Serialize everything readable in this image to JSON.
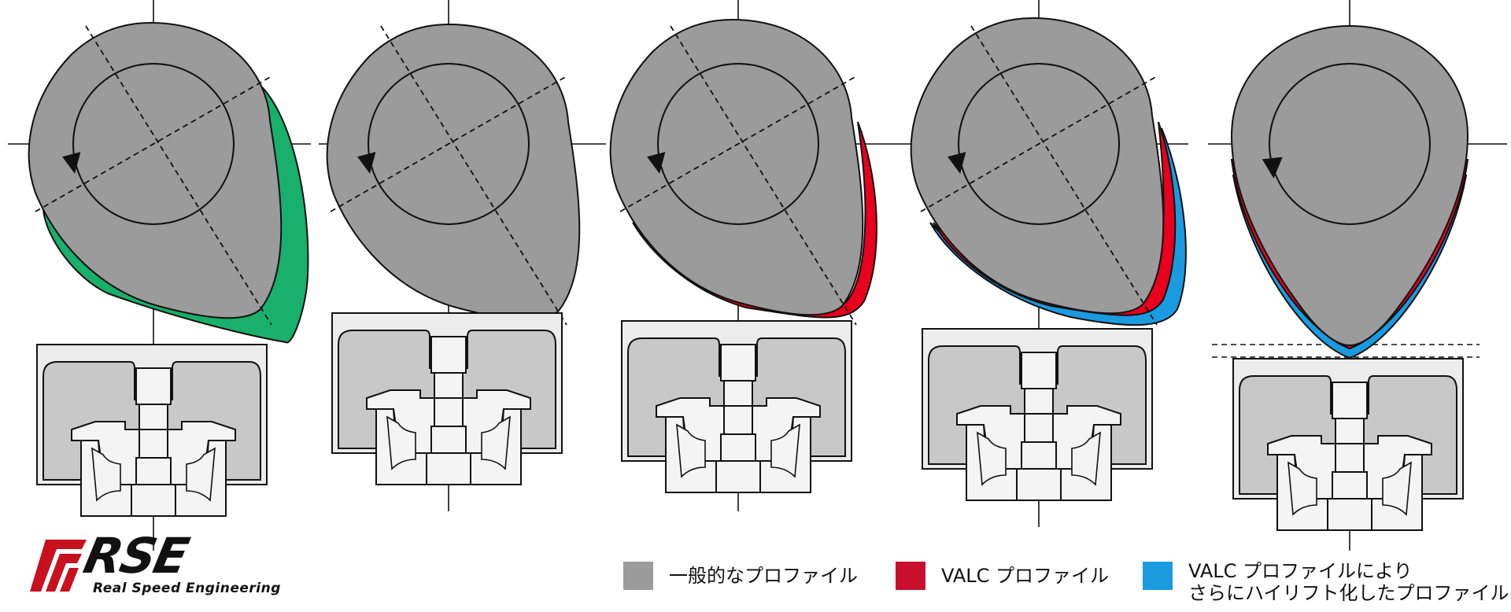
{
  "colors": {
    "general": "#9b9b9b",
    "valc": "#e8001c",
    "valc_high": "#1a9be0",
    "green": "#18b06a",
    "housing_outer": "#ececec",
    "housing_inner": "#c8c8c8",
    "valve_body": "#f4f4f4",
    "logo_red": "#c8101e"
  },
  "panels": [
    {
      "id": "green-lobe",
      "extra_profile": "green"
    },
    {
      "id": "standard",
      "extra_profile": "none"
    },
    {
      "id": "valc",
      "extra_profile": "red"
    },
    {
      "id": "valc-high",
      "extra_profile": "red-blue"
    },
    {
      "id": "valc-high-vertical",
      "extra_profile": "red-blue"
    }
  ],
  "legend": {
    "items": [
      {
        "key": "general",
        "label": "一般的なプロファイル"
      },
      {
        "key": "valc",
        "label": "VALC プロファイル"
      },
      {
        "key": "valc_high",
        "label_line1": "VALC プロファイルにより",
        "label_line2": "さらにハイリフト化したプロファイル"
      }
    ]
  },
  "logo": {
    "main": "RSE",
    "sub": "Real Speed Engineering"
  }
}
